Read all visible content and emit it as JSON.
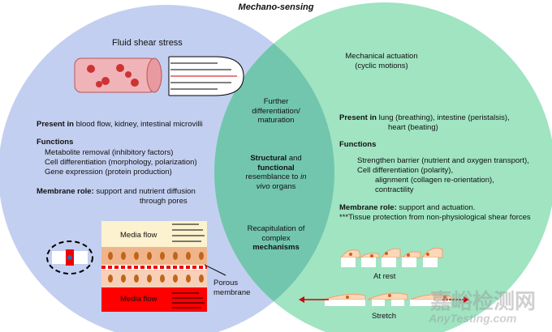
{
  "title": "Mechano-sensing",
  "colors": {
    "left": "#c3cff0",
    "right": "#a0e4c2",
    "overlap": "#72c6ae"
  },
  "left": {
    "heading": "Fluid shear stress",
    "present_label": "Present in",
    "present_text": "blood flow, kidney, intestinal microvilli",
    "functions_label": "Functions",
    "functions": [
      "Metabolite removal (inhibitory factors)",
      "Cell differentiation (morphology, polarization)",
      "Gene expression (protein production)"
    ],
    "membrane_label": "Membrane role:",
    "membrane_text": "support and nutrient diffusion",
    "membrane_text2": "through pores",
    "media_top": "Media flow",
    "media_bottom": "Media flow",
    "porous_1": "Porous",
    "porous_2": "membrane"
  },
  "center": {
    "item1_line1": "Further",
    "item1_line2": "differentiation/",
    "item1_line3": "maturation",
    "item2_b1": "Structural",
    "item2_t1": " and",
    "item2_b2": "functional",
    "item2_t2": "resemblance to ",
    "item2_i1": "in",
    "item2_i2": "vivo",
    "item2_t3": " organs",
    "item3_line1": "Recapitulation of",
    "item3_line2": "complex",
    "item3_b": "mechanisms"
  },
  "right": {
    "heading1": "Mechanical actuation",
    "heading2": "(cyclic motions)",
    "present_label": "Present in",
    "present_text": "lung (breathing), intestine (peristalsis),",
    "present_text2": "heart (beating)",
    "functions_label": "Functions",
    "functions": [
      "Strengthen barrier (nutrient and oxygen transport),",
      "Cell differentiation (polarity),",
      "alignment (collagen re-orientation),",
      "contractility"
    ],
    "membrane_label": "Membrane role:",
    "membrane_text": "support and actuation.",
    "note": "***Tissue protection from non-physiological shear forces",
    "at_rest": "At rest",
    "stretch": "Stretch"
  },
  "watermark": {
    "cn": "嘉峪检测网",
    "en": "AnyTesting.com"
  }
}
